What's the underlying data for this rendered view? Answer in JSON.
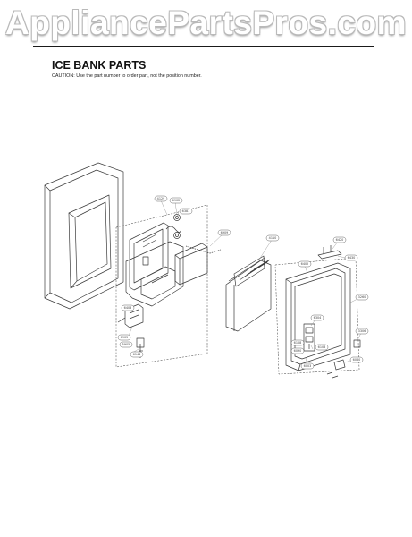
{
  "watermark": "AppliancePartsPros.com",
  "page": {
    "title": "ICE BANK PARTS",
    "caution": "CAUTION: Use the part number to order part, not the position number."
  },
  "colors": {
    "line": "#3a3a3a",
    "leader": "#8a8a8a",
    "rule": "#1a1a1a"
  },
  "callouts": [
    {
      "id": "c1",
      "label": "4129"
    },
    {
      "id": "c2",
      "label": "6902"
    },
    {
      "id": "c3",
      "label": "6381"
    },
    {
      "id": "c4",
      "label": "6909"
    },
    {
      "id": "c5",
      "label": "4110"
    },
    {
      "id": "c6",
      "label": "6420"
    },
    {
      "id": "c7",
      "label": "6430"
    },
    {
      "id": "c8",
      "label": "6402"
    },
    {
      "id": "c9",
      "label": "3260"
    },
    {
      "id": "c10",
      "label": "6304"
    },
    {
      "id": "c11",
      "label": "3306"
    },
    {
      "id": "c12",
      "label": "6108"
    },
    {
      "id": "c13",
      "label": "6108"
    },
    {
      "id": "c14",
      "label": "6090"
    },
    {
      "id": "c15",
      "label": "6003"
    },
    {
      "id": "c16",
      "label": "6060"
    },
    {
      "id": "c17",
      "label": "6905"
    },
    {
      "id": "c18",
      "label": "5905"
    },
    {
      "id": "c19",
      "label": "6403"
    },
    {
      "id": "c20",
      "label": "6144"
    }
  ]
}
